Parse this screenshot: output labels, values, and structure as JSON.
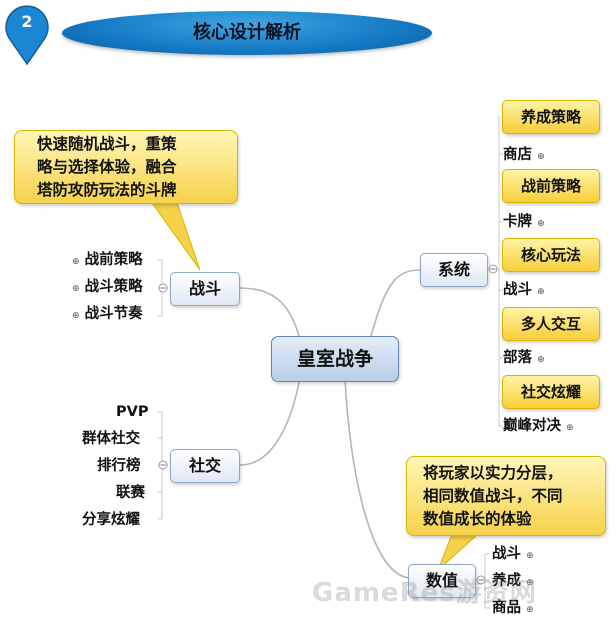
{
  "header": {
    "badge_number": "2",
    "title": "核心设计解析"
  },
  "root": "皇室战争",
  "left": {
    "combat": {
      "label": "战斗",
      "note": [
        "快速随机战斗，重策",
        "略与选择体验，融合",
        "塔防攻防玩法的斗牌"
      ],
      "items": [
        "战前策略",
        "战斗策略",
        "战斗节奏"
      ]
    },
    "social": {
      "label": "社交",
      "items": [
        "PVP",
        "群体社交",
        "排行榜",
        "联赛",
        "分享炫耀"
      ]
    }
  },
  "right": {
    "system": {
      "label": "系统",
      "groups": [
        {
          "tag": "养成策略",
          "item": "商店"
        },
        {
          "tag": "战前策略",
          "item": "卡牌"
        },
        {
          "tag": "核心玩法",
          "item": "战斗"
        },
        {
          "tag": "多人交互",
          "item": "部落"
        },
        {
          "tag": "社交炫耀",
          "item": "巅峰对决"
        }
      ]
    },
    "numbers": {
      "label": "数值",
      "note": [
        "将玩家以实力分层，",
        "相同数值战斗，不同",
        "数值成长的体验"
      ],
      "items": [
        "战斗",
        "养成",
        "商品"
      ]
    }
  },
  "watermark": "GameRes游资网",
  "colors": {
    "header_blue": "#1479c4",
    "callout_yellow": "#f6d24a",
    "node_border": "#8aa7c8"
  }
}
